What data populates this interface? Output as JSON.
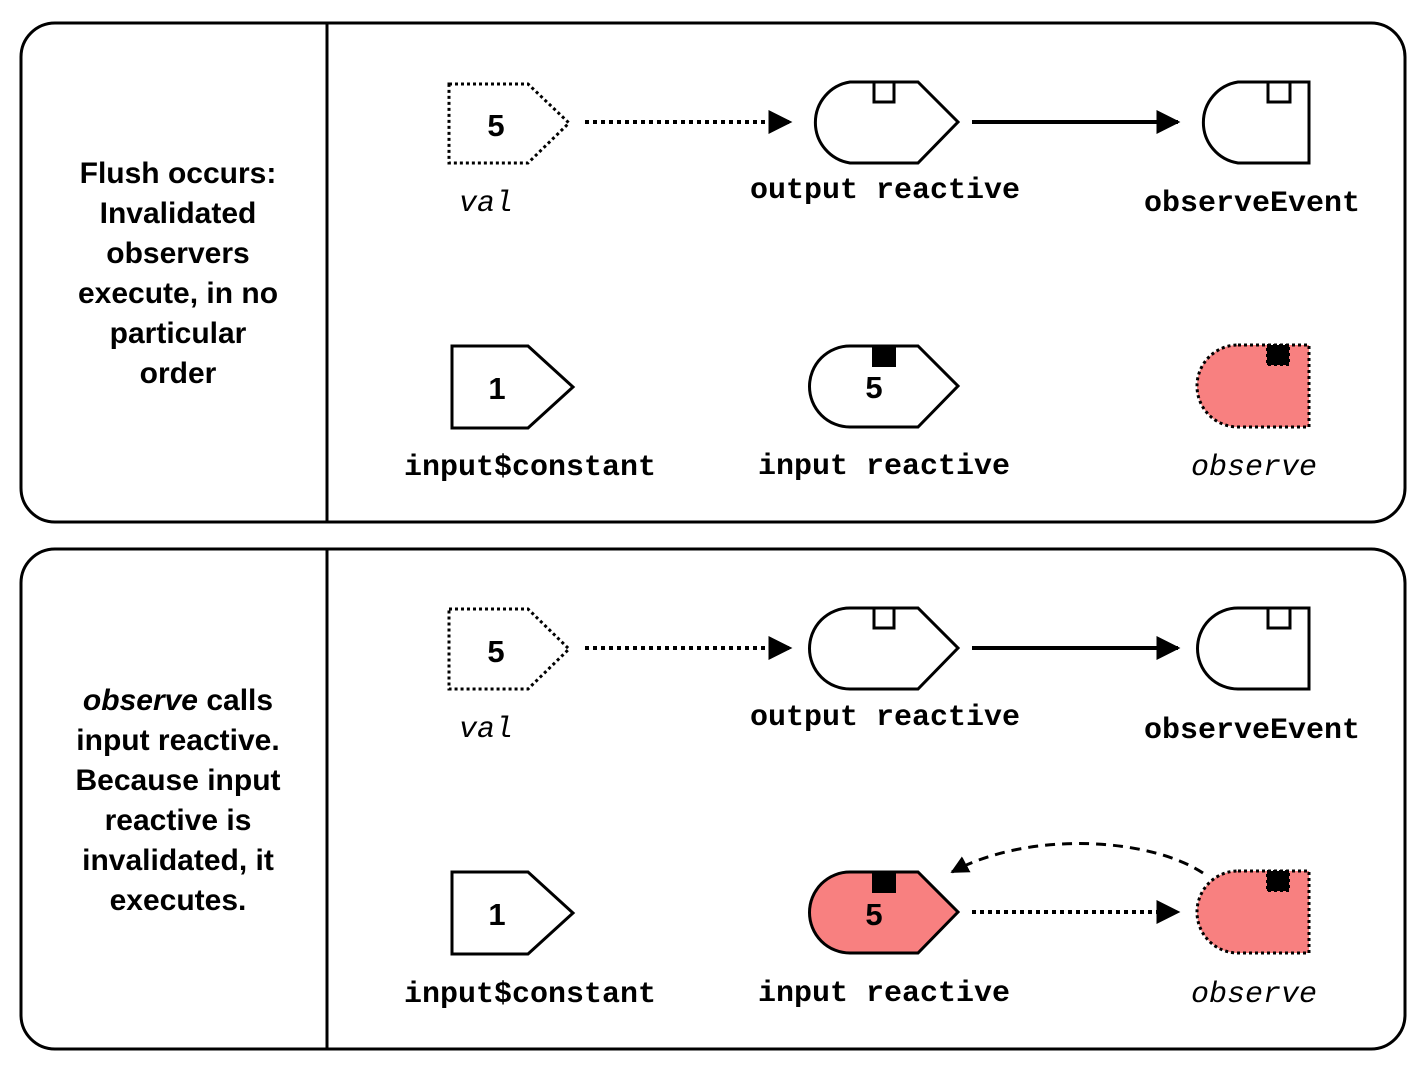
{
  "panels": [
    {
      "caption_lines": [
        "Flush occurs:",
        "Invalidated",
        "observers",
        "execute, in no",
        "particular",
        "order"
      ],
      "val_value": "5",
      "val_label": "val",
      "output_label": "output reactive",
      "observe_event_label": "observeEvent",
      "constant_value": "1",
      "constant_label": "input$constant",
      "input_value": "5",
      "input_label": "input reactive",
      "observe_label": "observe"
    },
    {
      "caption_emph": "observe",
      "caption_first_rest": " calls",
      "caption_lines": [
        "input reactive.",
        "Because input",
        "reactive is",
        "invalidated, it",
        "executes."
      ],
      "val_value": "5",
      "val_label": "val",
      "output_label": "output reactive",
      "observe_event_label": "observeEvent",
      "constant_value": "1",
      "constant_label": "input$constant",
      "input_value": "5",
      "input_label": "input reactive",
      "observe_label": "observe"
    }
  ],
  "colors": {
    "invalidated_fill": "#f88080",
    "stroke": "#000000",
    "normal_fill": "#ffffff"
  }
}
